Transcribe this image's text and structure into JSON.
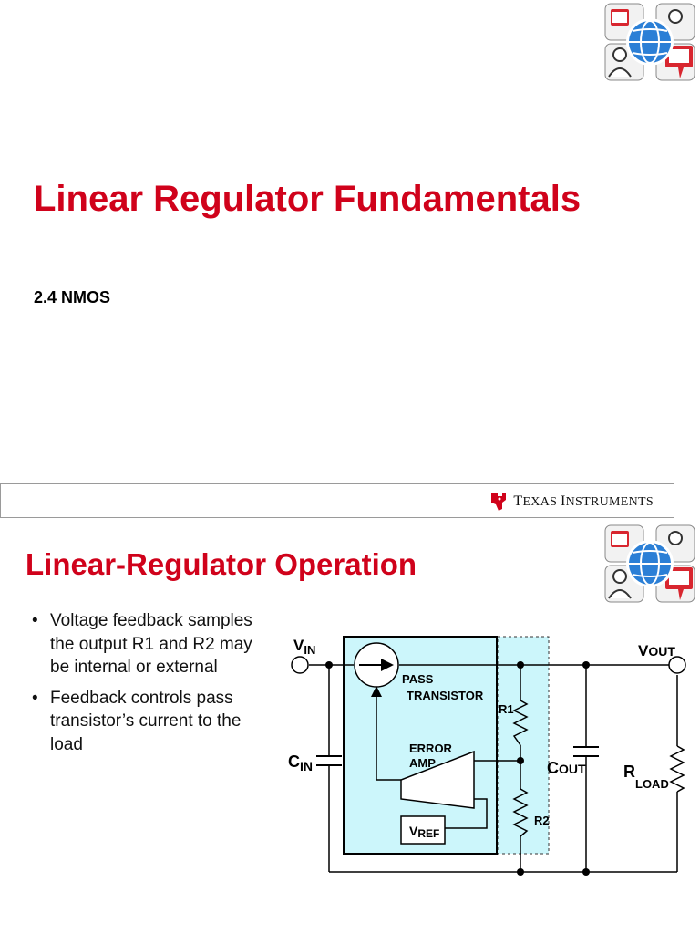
{
  "slide1": {
    "title": "Linear Regulator Fundamentals",
    "subtitle": "2.4 NMOS"
  },
  "footer": {
    "brand_cap1": "T",
    "brand_rest1": "EXAS ",
    "brand_cap2": "I",
    "brand_rest2": "NSTRUMENTS"
  },
  "slide2": {
    "title": "Linear-Regulator Operation",
    "bullets": [
      "Voltage feedback samples the output R1 and R2 may be internal or external",
      "Feedback controls pass transistor’s current to the load"
    ],
    "bullet_symbol": "•"
  },
  "circuit": {
    "vin": {
      "main": "V",
      "sub": "IN"
    },
    "vout": {
      "main": "V",
      "sub": "OUT"
    },
    "cin": {
      "main": "C",
      "sub": "IN"
    },
    "cout": {
      "main": "C",
      "sub": "OUT"
    },
    "rload": {
      "main": "R",
      "sub": "LOAD"
    },
    "vref": {
      "main": "V",
      "sub": "REF"
    },
    "pass_line1": "PASS",
    "pass_line2": "TRANSISTOR",
    "error_line1": "ERROR",
    "error_line2": "AMP",
    "r1": "R1",
    "r2": "R2"
  },
  "colors": {
    "accent_red": "#d0021b",
    "regulator_fill": "#ccf6fb",
    "logo_blue": "#2b7fd6",
    "logo_red": "#d8262f"
  },
  "icons": [
    "training-logo-icon",
    "ti-logo-icon"
  ]
}
